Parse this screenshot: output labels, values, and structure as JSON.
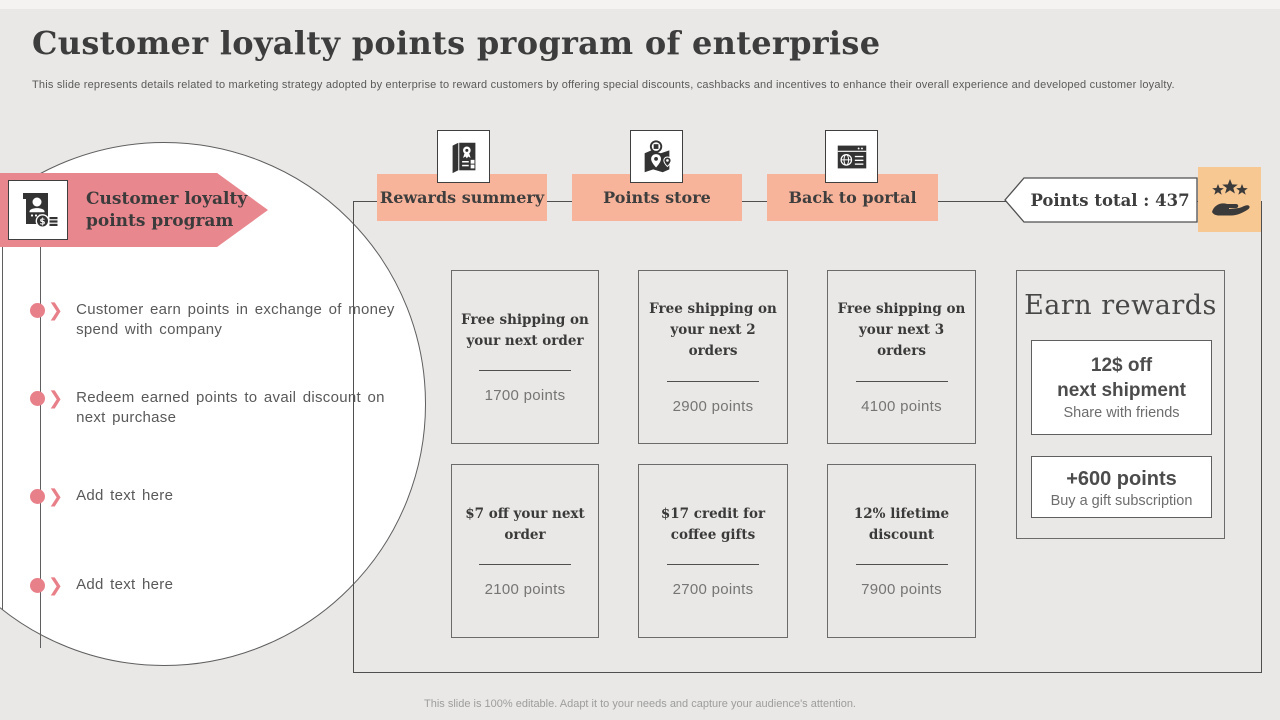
{
  "slide": {
    "title": "Customer loyalty points program of enterprise",
    "subtitle": "This slide represents details related to marketing strategy adopted by enterprise to reward customers by offering special discounts, cashbacks and incentives to enhance their overall experience and developed customer loyalty.",
    "footer": "This slide is 100% editable.  Adapt it to your needs and capture your audience's attention."
  },
  "program": {
    "label": "Customer loyalty points program",
    "icon": "loyalty-card-icon",
    "bullets": [
      "Customer earn points in exchange of money spend with company",
      "Redeem earned points to avail discount on next purchase",
      "Add text here",
      "Add text here"
    ]
  },
  "nav": {
    "tabs": [
      {
        "label": "Rewards summery",
        "icon": "rewards-summary-icon"
      },
      {
        "label": "Points store",
        "icon": "points-store-icon"
      },
      {
        "label": "Back to portal",
        "icon": "browser-portal-icon"
      }
    ],
    "points_total": "Points total : 437",
    "points_icon": "hand-stars-icon"
  },
  "rewards": [
    {
      "title": "Free shipping on your next order",
      "points": "1700 points"
    },
    {
      "title": "Free shipping on your next 2 orders",
      "points": "2900 points"
    },
    {
      "title": "Free shipping on your next 3 orders",
      "points": "4100 points"
    },
    {
      "title": "$7 off your next order",
      "points": "2100 points"
    },
    {
      "title": "$17 credit for coffee gifts",
      "points": "2700 points"
    },
    {
      "title": "12% lifetime discount",
      "points": "7900 points"
    }
  ],
  "earn_rewards": {
    "title": "Earn rewards",
    "offers": [
      {
        "line1": "12$ off",
        "line2": "next shipment",
        "caption": "Share with friends"
      },
      {
        "line1": "+600 points",
        "caption": "Buy a gift subscription"
      }
    ]
  },
  "colors": {
    "background": "#e9e8e6",
    "ribbon_pink": "#e9878f",
    "tab_peach": "#f8b49a",
    "badge_orange": "#f8c892",
    "text_dark": "#3d3d3d",
    "text_gray": "#595959"
  }
}
